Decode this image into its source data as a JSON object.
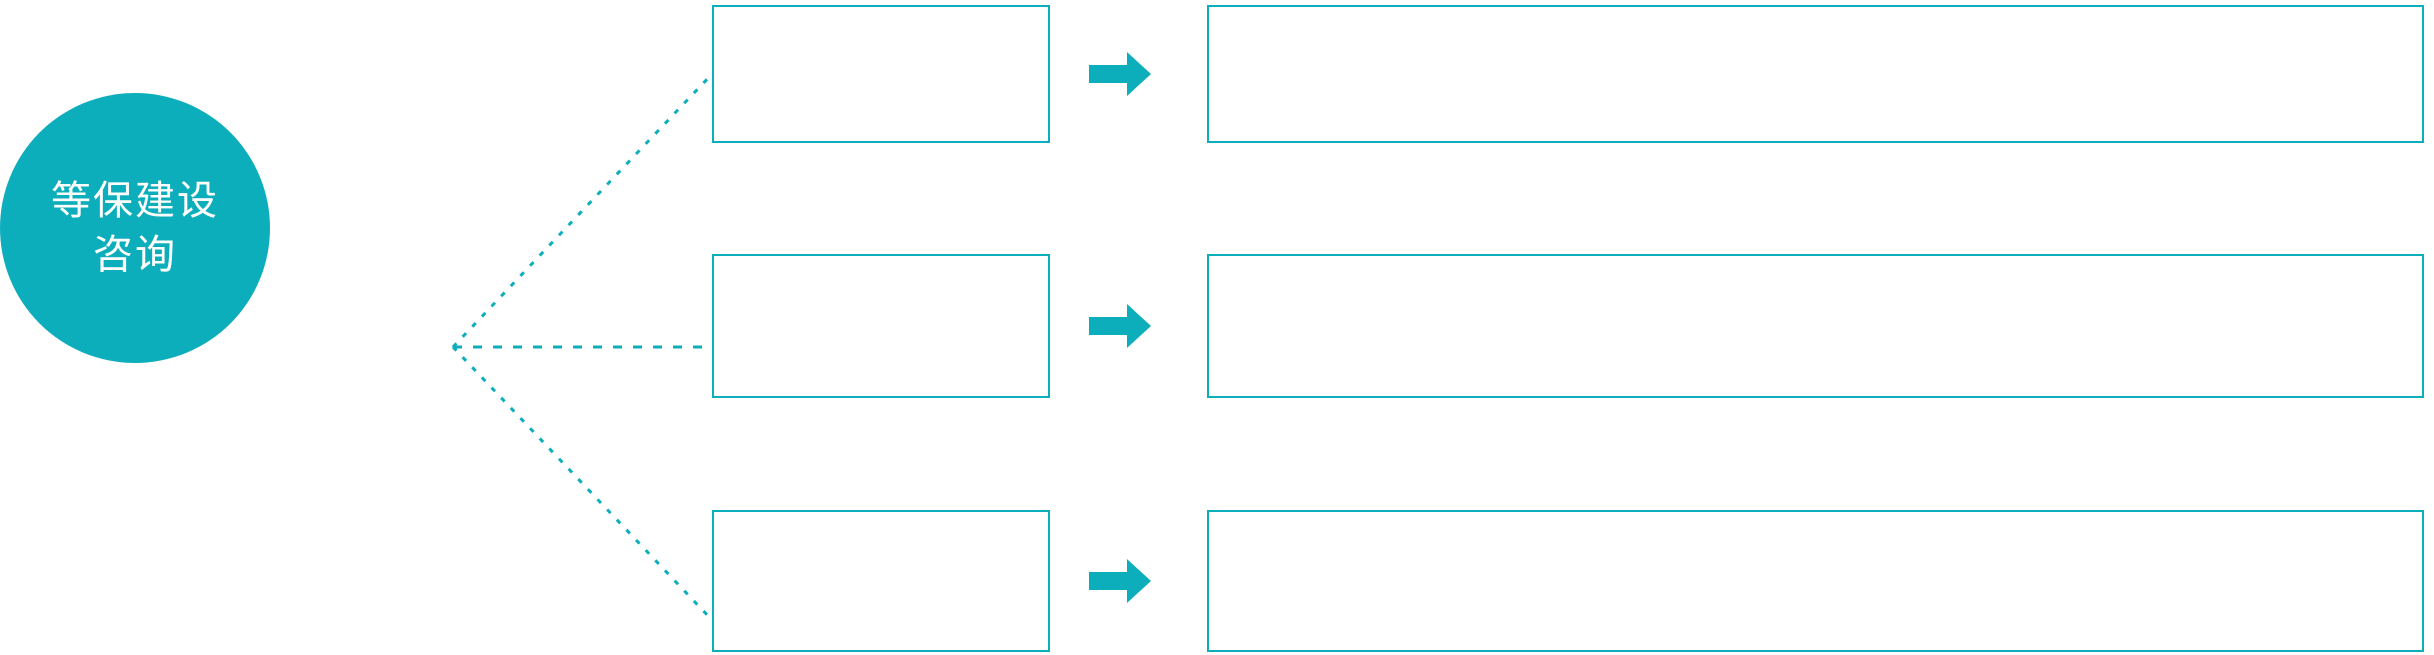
{
  "theme": {
    "accent": "#0DAEBC",
    "background": "#FFFFFF",
    "hub_text_color": "#FFFFFF"
  },
  "hub": {
    "name": "等保建设咨询",
    "line1": "等保建设",
    "line2": "咨询"
  },
  "connectors": {
    "style": "dotted",
    "color": "#0DAEBC",
    "origin_label": "等保建设咨询",
    "branch_count": 3
  },
  "rows": [
    {
      "arrow_icon": "right-arrow-icon",
      "stage": "",
      "detail": ""
    },
    {
      "arrow_icon": "right-arrow-icon",
      "stage": "",
      "detail": ""
    },
    {
      "arrow_icon": "right-arrow-icon",
      "stage": "",
      "detail": ""
    }
  ]
}
